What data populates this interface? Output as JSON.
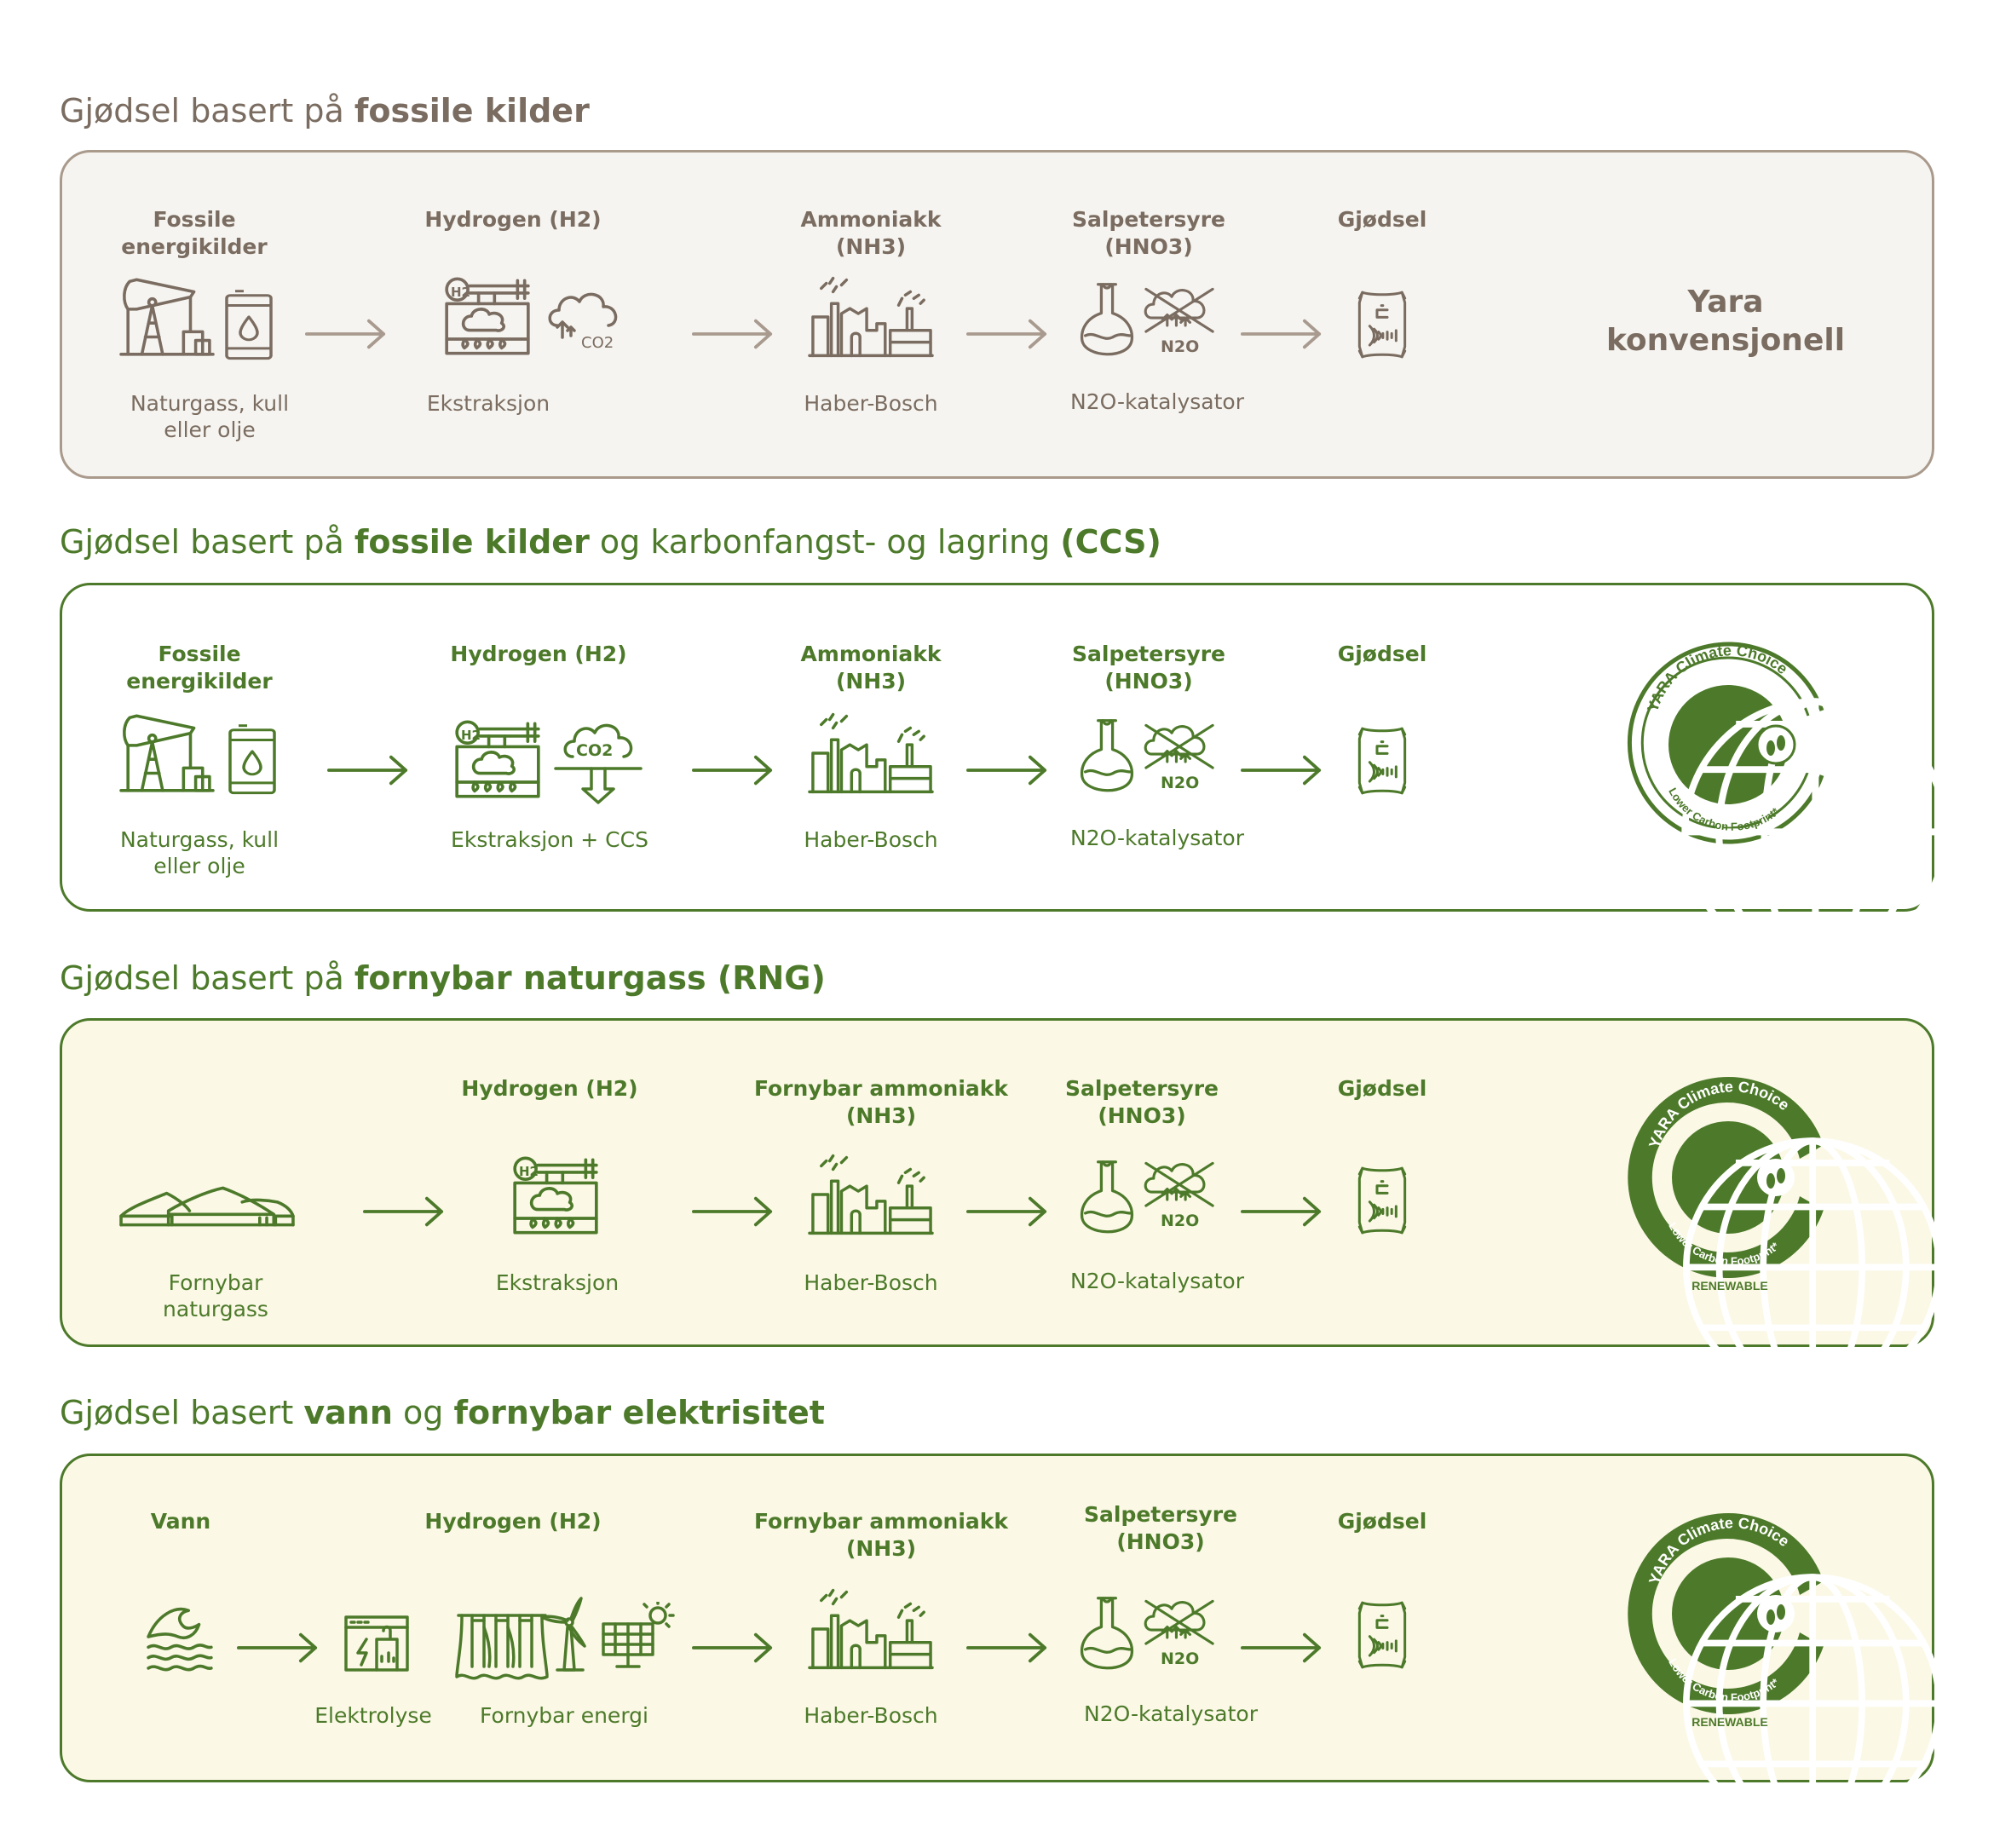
{
  "colors": {
    "brown": "#7a6c60",
    "brown_light": "#a89a8e",
    "green": "#4d7a2a",
    "panel1_bg": "#f6f4f0",
    "panel1_border": "#a99a8c",
    "panel2_bg": "#ffffff",
    "panel34_bg": "#fbf8e6",
    "green_border": "#4d7a2a"
  },
  "rows": [
    {
      "heading": {
        "t1": "Gjødsel basert på ",
        "b1": "fossile kilder",
        "t2": "",
        "b2": ""
      },
      "titles": [
        "Fossile\nenergikilder",
        "Hydrogen (H2)",
        "Ammoniakk\n(NH3)",
        "Salpetersyre\n(HNO3)",
        "Gjødsel"
      ],
      "captions": [
        "Naturgass, kull\neller olje",
        "Ekstraksjon",
        "Haber-Bosch",
        "N2O-katalysator"
      ],
      "label": "Yara\nkonvensjonell",
      "icon_labels": {
        "h2": "H2",
        "co2": "CO2",
        "n2o": "N2O"
      }
    },
    {
      "heading": {
        "t1": "Gjødsel basert på ",
        "b1": "fossile kilder",
        "t2": " og karbonfangst- og lagring ",
        "b2": "(CCS)"
      },
      "titles": [
        "Fossile\nenergikilder",
        "Hydrogen (H2)",
        "Ammoniakk\n(NH3)",
        "Salpetersyre\n(HNO3)",
        "Gjødsel"
      ],
      "captions": [
        "Naturgass, kull\neller olje",
        "Ekstraksjon + CCS",
        "Haber-Bosch",
        "N2O-katalysator"
      ],
      "badge": {
        "top": "YARA Climate Choice",
        "bottom": "Lower Carbon Footprint*"
      },
      "icon_labels": {
        "h2": "H2",
        "co2": "CO2",
        "n2o": "N2O"
      }
    },
    {
      "heading": {
        "t1": "Gjødsel basert på ",
        "b1": "fornybar naturgass (RNG)",
        "t2": "",
        "b2": ""
      },
      "titles": [
        "Hydrogen (H2)",
        "Fornybar ammoniakk\n(NH3)",
        "Salpetersyre\n(HNO3)",
        "Gjødsel"
      ],
      "captions": [
        "Fornybar\nnaturgass",
        "Ekstraksjon",
        "Haber-Bosch",
        "N2O-katalysator"
      ],
      "badge": {
        "top": "YARA Climate Choice",
        "bottom": "Lower Carbon Footprint*",
        "extra": "RENEWABLE"
      },
      "icon_labels": {
        "h2": "H2",
        "n2o": "N2O"
      }
    },
    {
      "heading": {
        "t1": "Gjødsel basert ",
        "b1": "vann",
        "t2": " og ",
        "b2": "fornybar elektrisitet"
      },
      "titles": [
        "Vann",
        "Hydrogen (H2)",
        "Fornybar ammoniakk\n(NH3)",
        "Salpetersyre\n(HNO3)",
        "Gjødsel"
      ],
      "captions": [
        "Elektrolyse",
        "Fornybar energi",
        "Haber-Bosch",
        "N2O-katalysator"
      ],
      "badge": {
        "top": "YARA Climate Choice",
        "bottom": "Lower Carbon Footprint*",
        "extra": "RENEWABLE"
      },
      "icon_labels": {
        "n2o": "N2O"
      }
    }
  ]
}
